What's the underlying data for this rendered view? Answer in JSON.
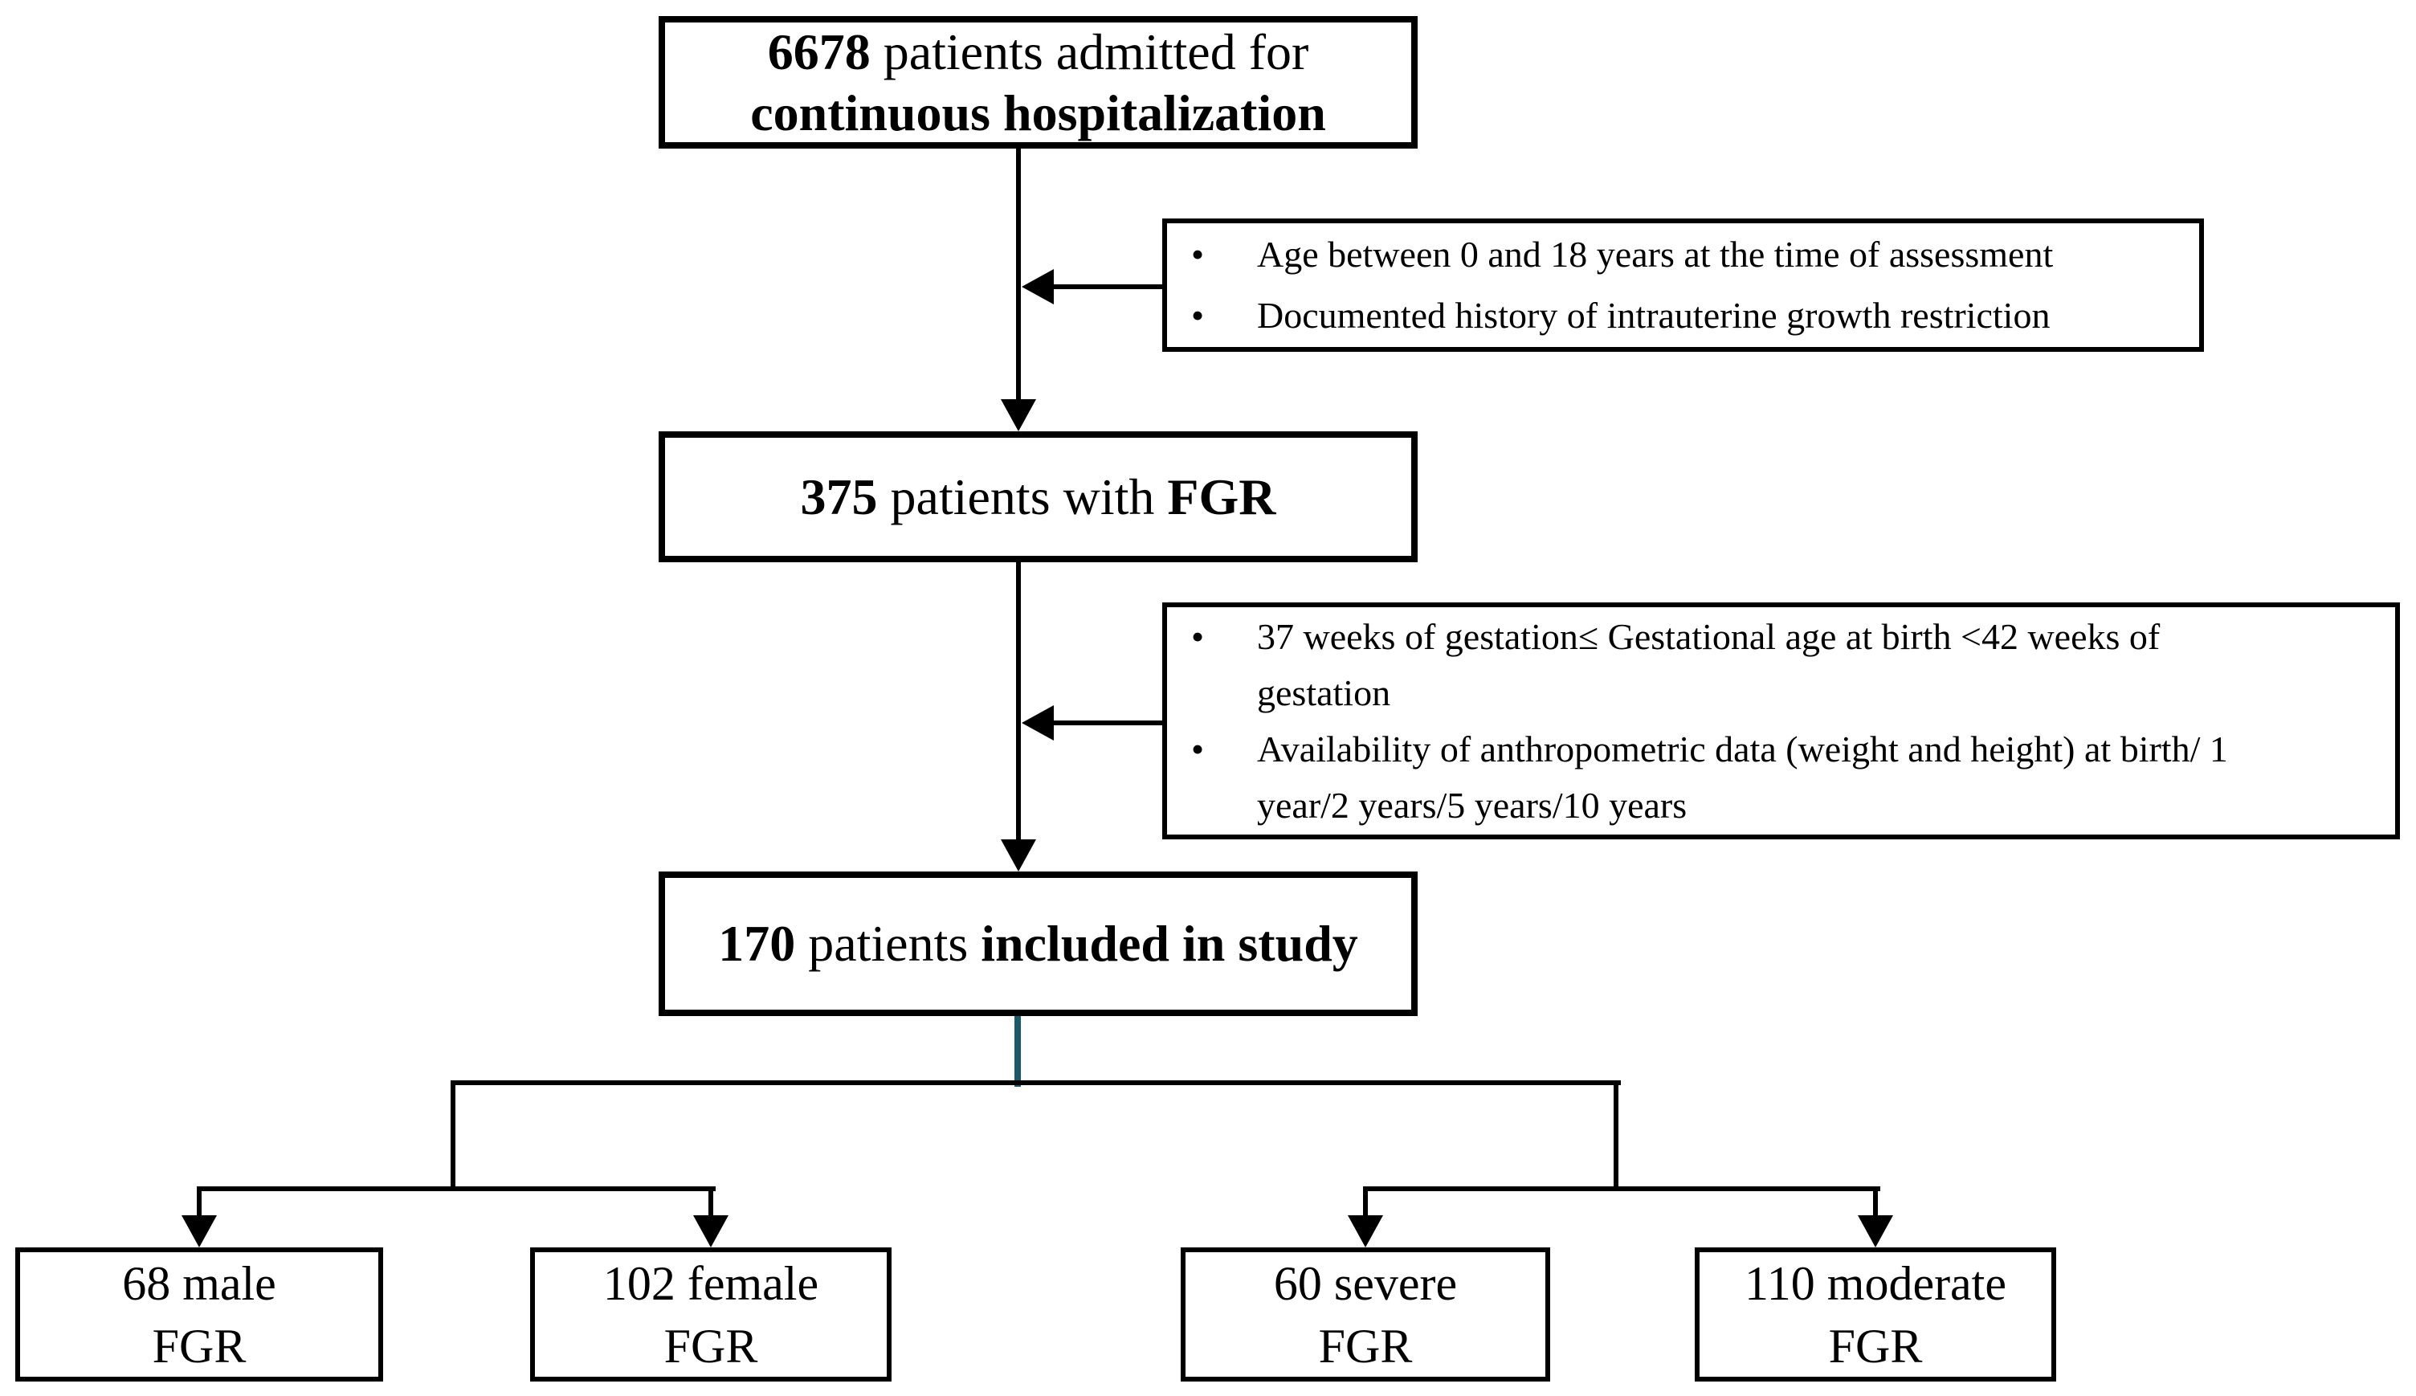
{
  "colors": {
    "accent_teal": "#175a6b",
    "line_black": "#000000",
    "box_background": "#ffffff"
  },
  "icons": {
    "bullet": "•"
  },
  "flowchart": {
    "top_box": {
      "count": "6678",
      "rest": " patients admitted for",
      "line2": "continuous hospitalization"
    },
    "criteria_box_1": {
      "bullets": [
        {
          "lines": [
            "Age between 0 and 18 years at the time of assessment"
          ]
        },
        {
          "lines": [
            "Documented history of intrauterine growth restriction"
          ]
        }
      ]
    },
    "fgr_box": {
      "count": "375",
      "mid": " patients with ",
      "tail": "FGR"
    },
    "criteria_box_2": {
      "bullets": [
        {
          "lines": [
            "37 weeks of gestation≤ Gestational age at birth <42 weeks of",
            "gestation"
          ]
        },
        {
          "lines": [
            "Availability of anthropometric data (weight and height) at birth/ 1",
            "year/2 years/5 years/10 years"
          ]
        }
      ]
    },
    "included_box": {
      "count": "170",
      "mid": " patients ",
      "tail": "included in study"
    },
    "outcome_boxes": [
      {
        "line1": "68 male",
        "line2": "FGR"
      },
      {
        "line1": "102 female",
        "line2": "FGR"
      },
      {
        "line1": "60 severe",
        "line2": "FGR"
      },
      {
        "line1": "110 moderate",
        "line2": "FGR"
      }
    ]
  }
}
